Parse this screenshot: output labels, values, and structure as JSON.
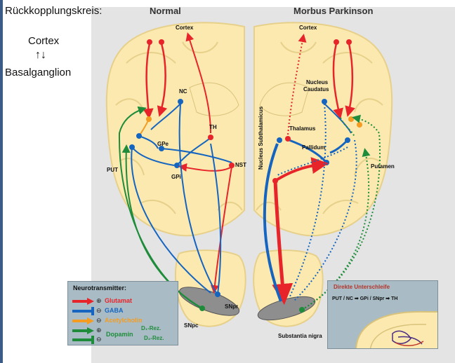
{
  "caption": {
    "title": "Rückkopplungskreis:",
    "top_label": "Cortex",
    "arrows": "↑↓",
    "bottom_label": "Basalganglion"
  },
  "panels": {
    "left_header": "Normal",
    "right_header": "Morbus Parkinson"
  },
  "labels_left": {
    "cortex": "Cortex",
    "nc": "NC",
    "th": "TH",
    "gpe": "GPe",
    "gpi": "GPi",
    "nst": "NST",
    "put": "PUT",
    "snpr": "SNpr",
    "snpc": "SNpc"
  },
  "labels_right": {
    "cortex": "Cortex",
    "nucleus_caudatus_1": "Nucleus",
    "nucleus_caudatus_2": "Caudatus",
    "thalamus": "Thalamus",
    "pallidum": "Pallidum",
    "putamen": "Putamen",
    "nucleus_subthalamicus": "Nucleus Subthalamicus",
    "substantia_nigra": "Substantia nigra"
  },
  "legend": {
    "title": "Neurotransmitter:",
    "items": [
      {
        "sign": "⊕",
        "label": "Glutamat",
        "color": "#e8242b"
      },
      {
        "sign": "⊖",
        "label": "GABA",
        "color": "#1565c0"
      },
      {
        "sign": "⊖",
        "label": "Acetylcholin",
        "color": "#f39c21"
      },
      {
        "sign": "⊕",
        "label": "Dopamin",
        "color": "#1e8c3a"
      },
      {
        "sign": "⊖",
        "label": "",
        "color": "#1e8c3a"
      }
    ],
    "d1": "D₁-Rez.",
    "d2": "D₂-Rez."
  },
  "inset": {
    "title": "Direkte Unterschleife",
    "path_text": "PUT / NC ➡ GPi / SNpr ➡ TH"
  },
  "colors": {
    "brain_fill": "#fbe9b0",
    "brain_stroke": "#e7d08a",
    "glutamate": "#e8242b",
    "gaba": "#1565c0",
    "acetylcholine": "#f39c21",
    "dopamine": "#1e8c3a",
    "background_gray": "#e2e2e2"
  }
}
